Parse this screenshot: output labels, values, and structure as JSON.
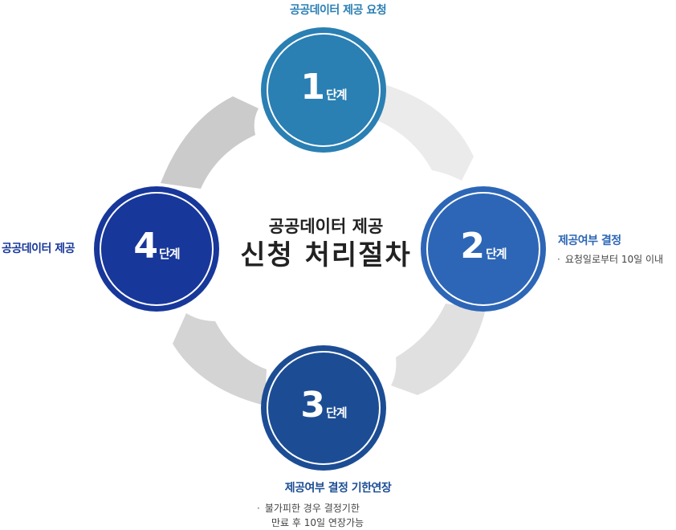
{
  "diagram": {
    "title_line1": "공공데이터 제공",
    "title_line2": "신청 처리절차",
    "step_suffix": "단계",
    "steps": [
      {
        "number": "1",
        "label": "공공데이터 제공 요청",
        "color": "#2a7fb3"
      },
      {
        "number": "2",
        "label": "제공여부 결정",
        "color": "#2d66b6",
        "notes": [
          "요청일로부터 10일 이내"
        ]
      },
      {
        "number": "3",
        "label": "제공여부 결정 기한연장",
        "color": "#1c4d94",
        "notes": [
          "불가피한 경우 결정기한",
          "만료 후 10일 연장가능"
        ]
      },
      {
        "number": "4",
        "label": "공공데이터 제공",
        "color": "#18379a"
      }
    ],
    "bullet": "·",
    "ring_colors": {
      "light": "#ebebeb",
      "mid": "#d7d7d7",
      "dark": "#cbcbcb"
    }
  }
}
